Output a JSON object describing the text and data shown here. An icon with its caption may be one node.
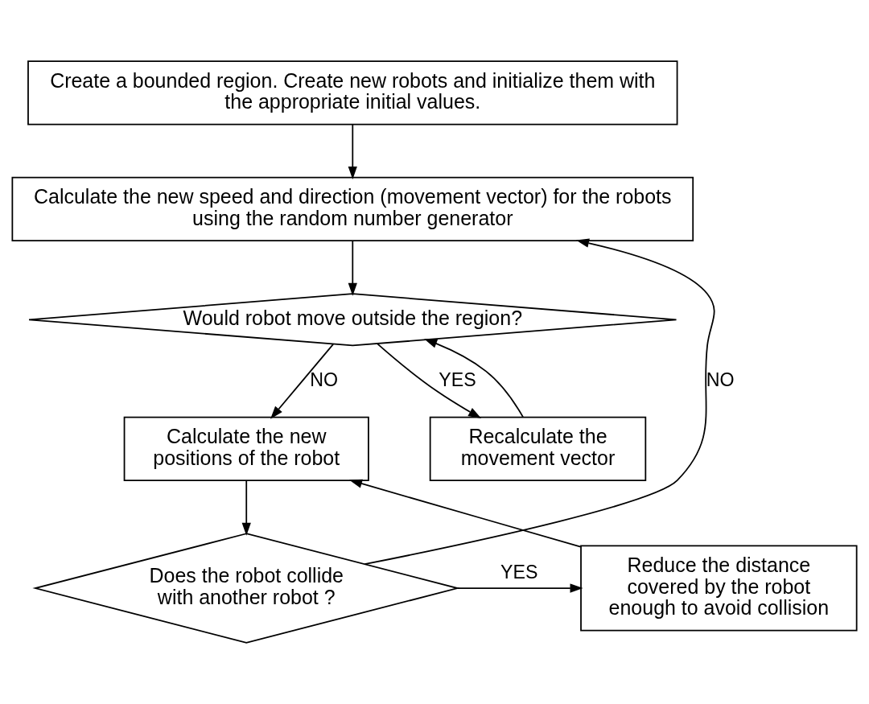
{
  "diagram": {
    "nodes": [
      {
        "text": [
          "Create a bounded region. Create new robots and initialize them with the appropriate initial values."
        ]
      },
      {
        "text": [
          "Calculate the new speed and direction (movement vector) for the robots using the random number generator"
        ]
      },
      {
        "text": [
          "Would robot move outside the region?"
        ]
      },
      {
        "text": [
          "Calculate the new positions of the robot"
        ]
      },
      {
        "text": [
          "Recalculate the movement vector"
        ]
      },
      {
        "text": [
          "Does the robot collide with another robot ?"
        ]
      },
      {
        "text": [
          "Reduce the distance covered by the robot enough to avoid collision"
        ]
      }
    ],
    "edges": [
      {
        "from": 0,
        "to": 1,
        "arrow": "to"
      },
      {
        "from": 1,
        "to": 2,
        "arrow": "to"
      },
      {
        "from": 2,
        "to": 3,
        "arrow": "to",
        "label": "NO"
      },
      {
        "from": 2,
        "to": 4,
        "arrow": "to",
        "label": "YES"
      },
      {
        "from": 4,
        "to": 2,
        "arrow": "to"
      },
      {
        "from": 3,
        "to": 5,
        "arrow": "to"
      },
      {
        "from": 5,
        "to": 1,
        "arrow": "to",
        "label": "NO"
      },
      {
        "from": 5,
        "to": 6,
        "arrow": "to",
        "label": "YES"
      },
      {
        "from": 6,
        "to": 3,
        "arrow": "to"
      }
    ]
  }
}
